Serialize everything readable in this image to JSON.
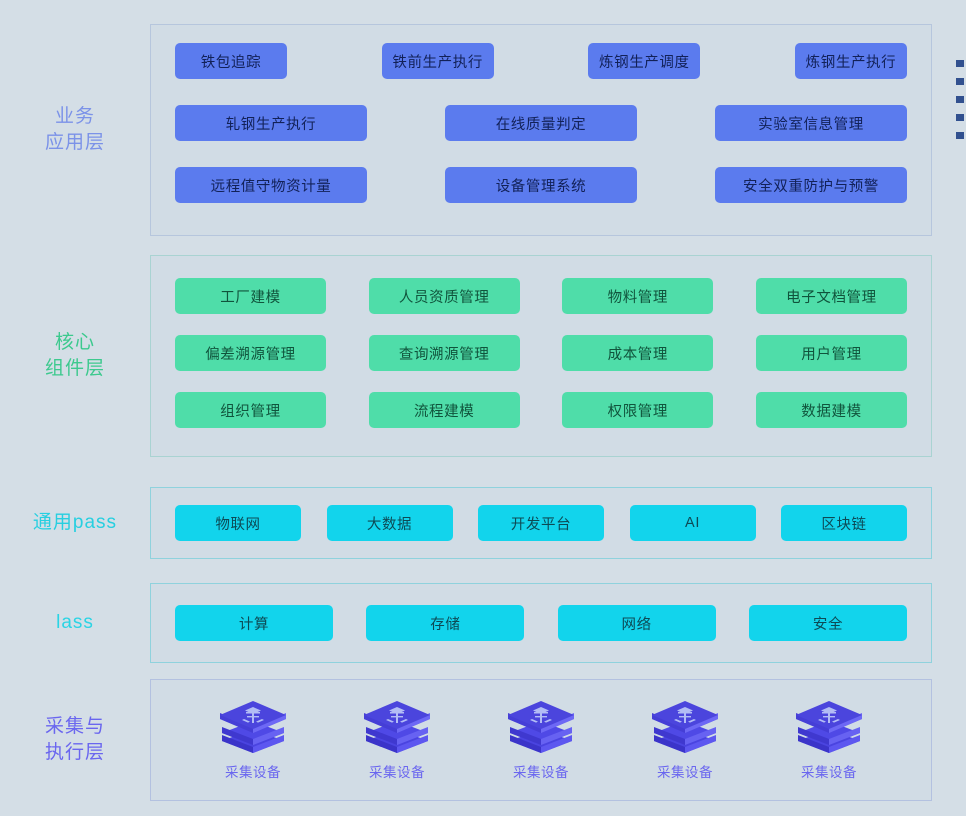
{
  "page": {
    "background": "#d4dee6"
  },
  "layers": [
    {
      "id": "business",
      "label": "业务\n应用层",
      "label_color": "#7b92e8",
      "chip_color": "#5b7bee",
      "rows": [
        [
          "铁包追踪",
          "铁前生产执行",
          "炼钢生产调度",
          "炼钢生产执行"
        ],
        [
          "轧钢生产执行",
          "在线质量判定",
          "实验室信息管理"
        ],
        [
          "远程值守物资计量",
          "设备管理系统",
          "安全双重防护与预警"
        ]
      ]
    },
    {
      "id": "core",
      "label": "核心\n组件层",
      "label_color": "#3cc98e",
      "chip_color": "#4fdda9",
      "rows": [
        [
          "工厂建模",
          "人员资质管理",
          "物料管理",
          "电子文档管理"
        ],
        [
          "偏差溯源管理",
          "查询溯源管理",
          "成本管理",
          "用户管理"
        ],
        [
          "组织管理",
          "流程建模",
          "权限管理",
          "数据建模"
        ]
      ]
    },
    {
      "id": "paas",
      "label": "通用pass",
      "label_color": "#27cfe0",
      "chip_color": "#12d4ec",
      "rows": [
        [
          "物联网",
          "大数据",
          "开发平台",
          "AI",
          "区块链"
        ]
      ]
    },
    {
      "id": "iaas",
      "label": "lass",
      "label_color": "#2bd4e4",
      "chip_color": "#12d4ec",
      "rows": [
        [
          "计算",
          "存储",
          "网络",
          "安全"
        ]
      ]
    },
    {
      "id": "collect",
      "label": "采集与\n执行层",
      "label_color": "#6a66ef",
      "devices": [
        {
          "icon": "device-cube-icon",
          "label": "采集设备"
        },
        {
          "icon": "device-cube-icon",
          "label": "采集设备"
        },
        {
          "icon": "device-cube-icon",
          "label": "采集设备"
        },
        {
          "icon": "device-cube-icon",
          "label": "采集设备"
        },
        {
          "icon": "device-cube-icon",
          "label": "采集设备"
        }
      ]
    }
  ],
  "edge_markers": {
    "count": 5,
    "color": "#31508f"
  }
}
